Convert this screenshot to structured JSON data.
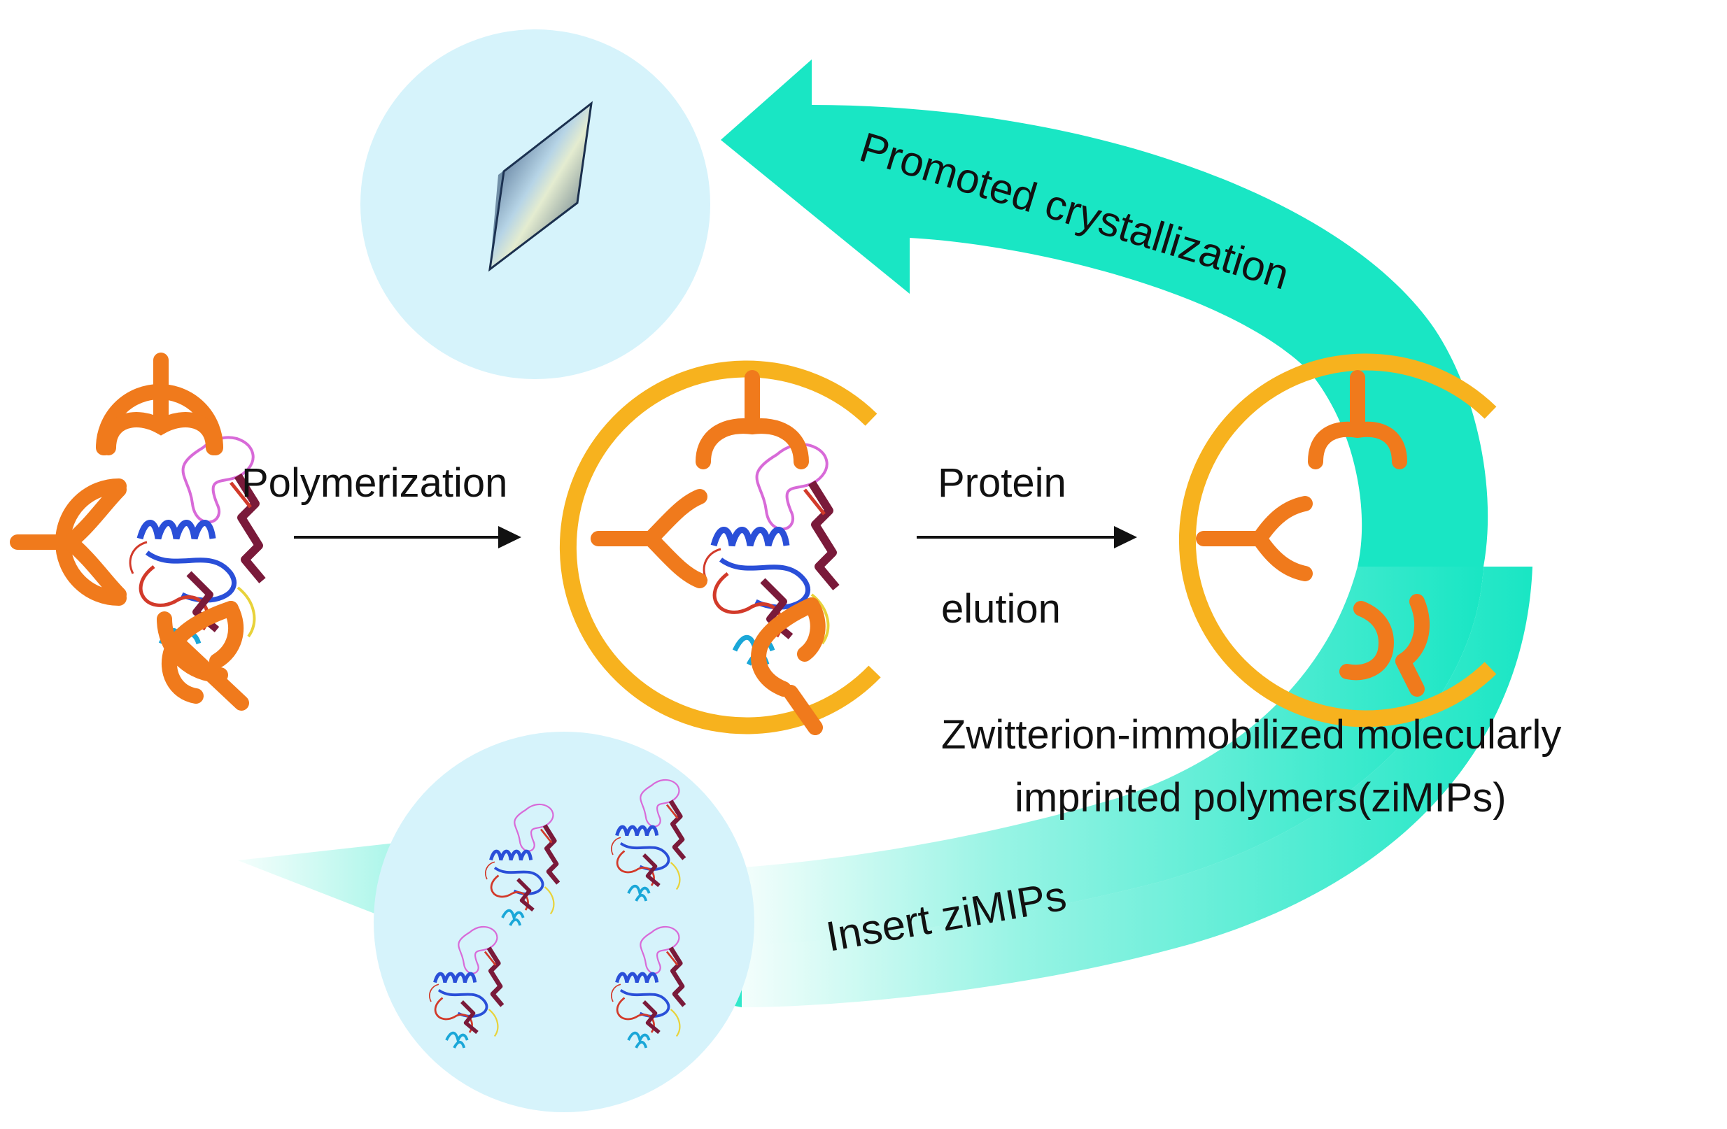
{
  "labels": {
    "polymerization": "Polymerization",
    "protein": "Protein",
    "elution": "elution",
    "promoted_crystallization": "Promoted crystallization",
    "ziMIPs_line1": "Zwitterion-immobilized molecularly",
    "ziMIPs_line2": "imprinted polymers(ziMIPs)",
    "insert_ziMIPs": "Insert ziMIPs"
  },
  "colors": {
    "cycle_arrow": "#19e6c4",
    "bubble_fill": "#d6f3fb",
    "polymer_ring": "#f7b21e",
    "monomer": "#f07a1c",
    "helix": "#2a4fd8",
    "loop_pink": "#d86ad8",
    "strand_dark": "#7a1a3a",
    "strand_red": "#d23a2a",
    "tag_cyan": "#1aa7d8",
    "coil_yellow": "#e8d23a",
    "reaction_arrow": "#111111"
  },
  "icons": [
    "crystal-icon",
    "protein-icon",
    "monomer-icon",
    "polymer-ring-icon"
  ]
}
